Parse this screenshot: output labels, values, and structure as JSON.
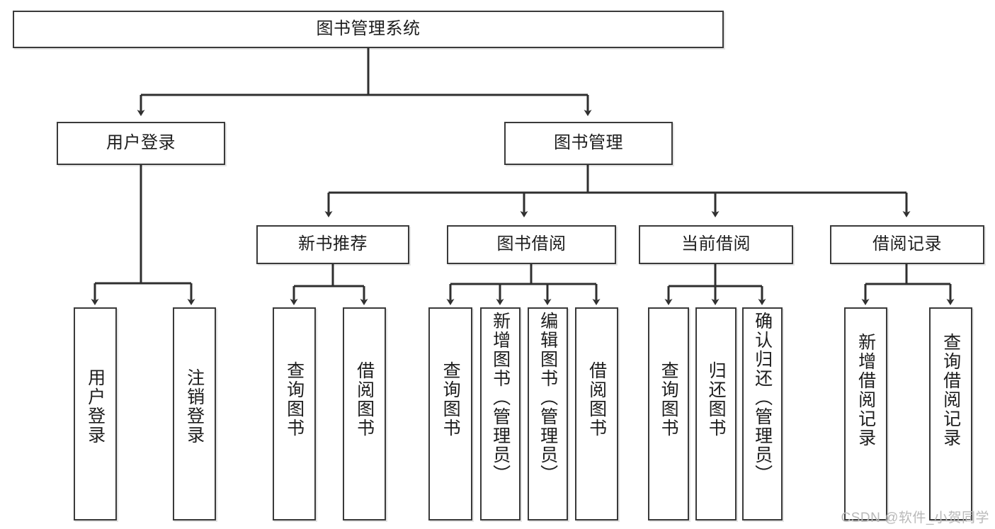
{
  "diagram": {
    "title": "图书管理系统",
    "type": "tree",
    "watermark": "CSDN @软件_小贺同学",
    "colors": {
      "node_border": "#3a3a3a",
      "node_fill": "#ffffff",
      "edge": "#2f2f2f",
      "text": "#1d1d1d",
      "watermark": "#b9b9b9"
    },
    "root": {
      "label": "图书管理系统"
    },
    "level1": [
      {
        "label": "用户登录"
      },
      {
        "label": "图书管理"
      }
    ],
    "level2": [
      {
        "label": "新书推荐"
      },
      {
        "label": "图书借阅"
      },
      {
        "label": "当前借阅"
      },
      {
        "label": "借阅记录"
      }
    ],
    "leaves": {
      "user_login": [
        {
          "label": "用户登录"
        },
        {
          "label": "注销登录"
        }
      ],
      "new_book_recommend": [
        {
          "label": "查询图书"
        },
        {
          "label": "借阅图书"
        }
      ],
      "book_borrow": [
        {
          "label": "查询图书"
        },
        {
          "label": "新增图书（管理员）"
        },
        {
          "label": "编辑图书（管理员）"
        },
        {
          "label": "借阅图书"
        }
      ],
      "current_borrow": [
        {
          "label": "查询图书"
        },
        {
          "label": "归还图书"
        },
        {
          "label": "确认归还（管理员）"
        }
      ],
      "borrow_record": [
        {
          "label": "新增借阅记录"
        },
        {
          "label": "查询借阅记录"
        }
      ]
    }
  }
}
